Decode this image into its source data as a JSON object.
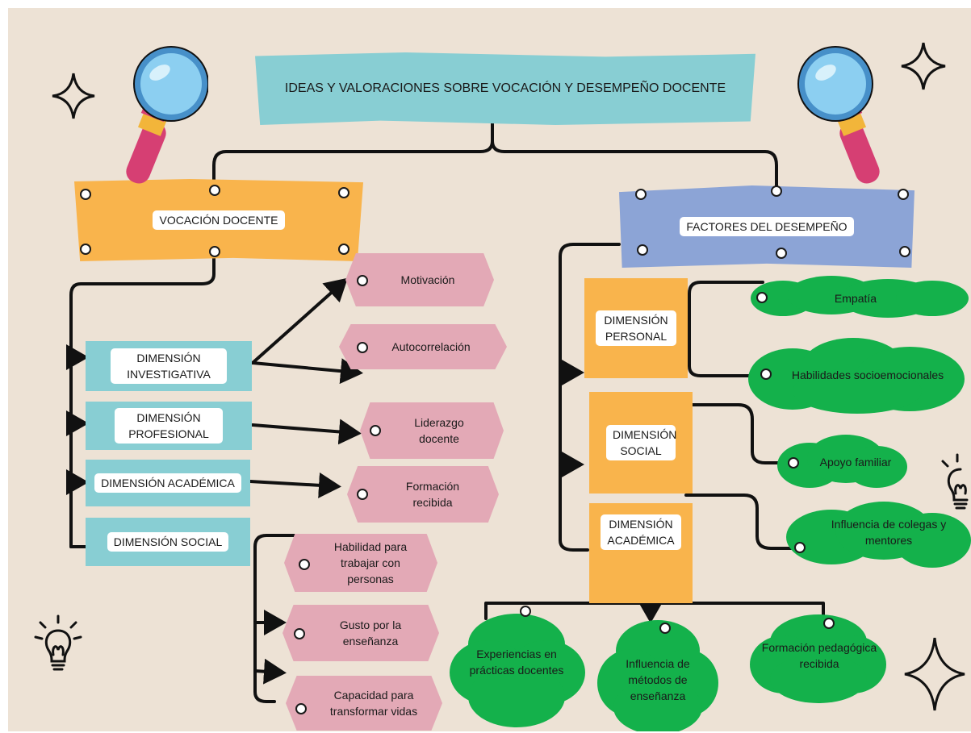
{
  "title": "IDEAS Y VALORACIONES SOBRE VOCACIÓN Y DESEMPEÑO DOCENTE",
  "left": {
    "main": "VOCACIÓN DOCENTE",
    "dimensions": {
      "investigativa": "DIMENSIÓN INVESTIGATIVA",
      "profesional": "DIMENSIÓN PROFESIONAL",
      "academica": "DIMENSIÓN ACADÉMICA",
      "social": "DIMENSIÓN SOCIAL"
    },
    "items": {
      "motivacion": "Motivación",
      "autocorrelacion": "Autocorrelación",
      "liderazgo": "Liderazgo docente",
      "formacion": "Formación recibida",
      "habilidad": "Habilidad para trabajar con personas",
      "gusto": "Gusto por la enseñanza",
      "capacidad": "Capacidad para transformar vidas"
    }
  },
  "right": {
    "main": "FACTORES DEL DESEMPEÑO",
    "dimensions": {
      "personal": "DIMENSIÓN PERSONAL",
      "social": "DIMENSIÓN SOCIAL",
      "academica": "DIMENSIÓN ACADÉMICA"
    },
    "items": {
      "empatia": "Empatía",
      "habilidades": "Habilidades socioemocionales",
      "apoyo": "Apoyo familiar",
      "influencia_colegas": "Influencia de colegas y mentores",
      "experiencias": "Experiencias en prácticas docentes",
      "metodos": "Influencia de métodos de enseñanza",
      "pedagogica": "Formación pedagógica recibida"
    }
  },
  "colors": {
    "background": "#ede2d5",
    "title": "#88ced3",
    "orange": "#f9b44c",
    "blue": "#8ca4d6",
    "pink": "#e3a9b6",
    "green": "#14b14b",
    "line": "#111111"
  },
  "icons": [
    "magnifier-icon",
    "sparkle-icon",
    "lightbulb-icon"
  ]
}
